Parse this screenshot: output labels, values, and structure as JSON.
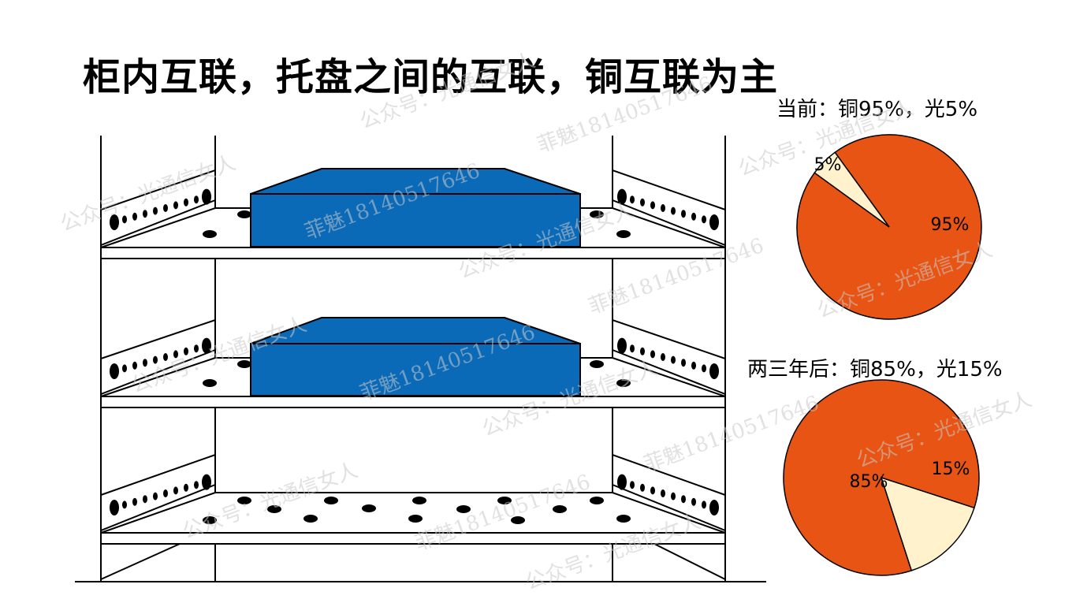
{
  "title": "柜内互联，托盘之间的互联，铜互联为主",
  "colors": {
    "copper": "#E85413",
    "optical": "#FFF2CC",
    "tray": "#0A6AB8",
    "outline": "#000000"
  },
  "watermarks": [
    "公众号：光通信女人",
    "菲魅18140517646"
  ],
  "chart_data": [
    {
      "type": "pie",
      "title": "当前：铜95%，光5%",
      "labels": [
        "铜",
        "光"
      ],
      "values": [
        95,
        5
      ],
      "data_labels": [
        "95%",
        "5%"
      ],
      "colors": [
        "#E85413",
        "#FFF2CC"
      ]
    },
    {
      "type": "pie",
      "title": "两三年后：铜85%，光15%",
      "labels": [
        "铜",
        "光"
      ],
      "values": [
        85,
        15
      ],
      "data_labels": [
        "85%",
        "15%"
      ],
      "colors": [
        "#E85413",
        "#FFF2CC"
      ]
    }
  ]
}
